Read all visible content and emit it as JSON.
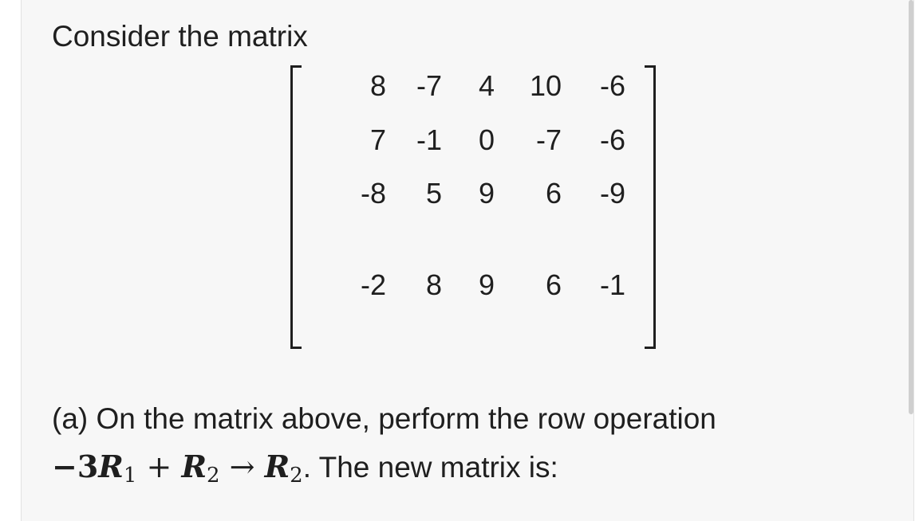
{
  "intro": "Consider the matrix",
  "matrix": {
    "rows": [
      [
        "8",
        "-7",
        "4",
        "10",
        "-6"
      ],
      [
        "7",
        "-1",
        "0",
        "-7",
        "-6"
      ],
      [
        "-8",
        "5",
        "9",
        "6",
        "-9"
      ],
      [
        "-2",
        "8",
        "9",
        "6",
        "-1"
      ]
    ]
  },
  "question": {
    "line1": "(a) On the matrix above, perform the row operation",
    "op": {
      "minus": "−",
      "coef": "3",
      "r": "R",
      "sub1": "1",
      "plus": " + ",
      "sub2": "2",
      "arrow": " → ",
      "sub3": "2"
    },
    "line2_suffix": ". The new matrix is:"
  }
}
